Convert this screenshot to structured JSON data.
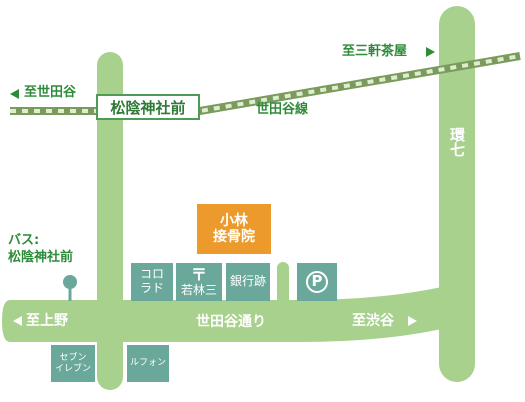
{
  "colors": {
    "road": "#a9d18e",
    "rail_dark": "#7a9b5c",
    "rail_light": "#e0ecd1",
    "label_green": "#2e8b3a",
    "shop_teal": "#6aa89b",
    "clinic_orange": "#eb9a2b"
  },
  "rail": {
    "direction_left": "至世田谷",
    "direction_right": "至三軒茶屋",
    "line_name": "世田谷線",
    "station": "松陰神社前",
    "left_arrow_icon": "triangle-left-icon",
    "right_arrow_icon": "triangle-right-icon"
  },
  "roads": {
    "ring7": "環七",
    "main_street": "世田谷通り",
    "dir_west": "至上野",
    "dir_east": "至渋谷"
  },
  "bus_stop": {
    "line1": "バス:",
    "line2": "松陰神社前",
    "icon": "bus-stop-pin-icon"
  },
  "clinic": {
    "line1": "小林",
    "line2": "接骨院"
  },
  "buildings": {
    "kororado": {
      "line1": "コロ",
      "line2": "ラド"
    },
    "post_office": {
      "symbol": "〒",
      "name": "若林三",
      "icon": "post-office-icon"
    },
    "bank": {
      "name": "銀行跡"
    },
    "parking": {
      "symbol": "P",
      "icon": "parking-icon"
    },
    "seven_eleven": {
      "line1": "セブン",
      "line2": "イレブン"
    },
    "rufon": {
      "name": "ルフォン"
    }
  }
}
